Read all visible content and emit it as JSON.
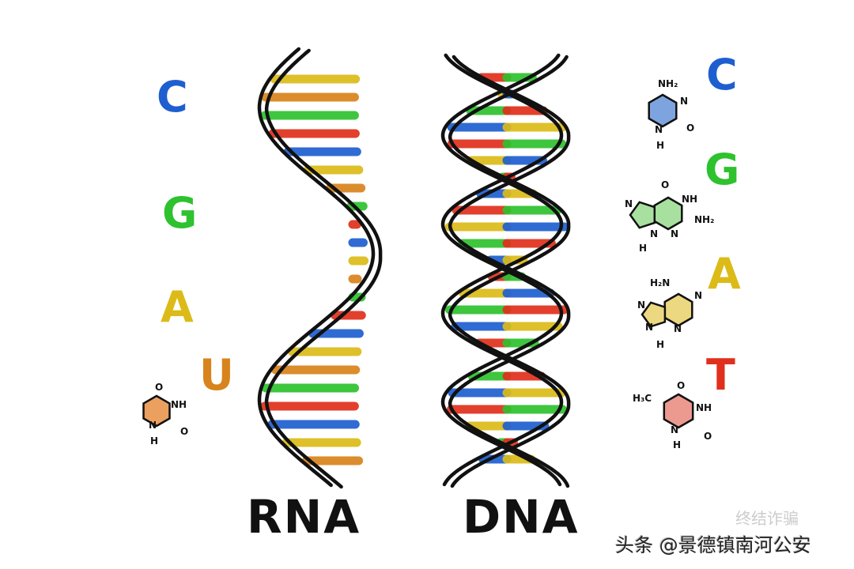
{
  "colors": {
    "C": "#1e5fd0",
    "G": "#2ec22e",
    "A": "#dcbb18",
    "U": "#d8841c",
    "T": "#e0301c",
    "backbone": "#111111"
  },
  "left_letters": [
    {
      "text": "C",
      "color": "#1e5fd0"
    },
    {
      "text": "G",
      "color": "#2ec22e"
    },
    {
      "text": "A",
      "color": "#dcbb18"
    },
    {
      "text": "U",
      "color": "#d8841c"
    }
  ],
  "right_letters": [
    {
      "text": "C",
      "color": "#1e5fd0"
    },
    {
      "text": "G",
      "color": "#2ec22e"
    },
    {
      "text": "A",
      "color": "#dcbb18"
    },
    {
      "text": "T",
      "color": "#e0301c"
    }
  ],
  "rna_label": "RNA",
  "dna_label": "DNA",
  "molecules": {
    "cytosine": {
      "labels": [
        "NH₂",
        "N",
        "O",
        "N",
        "H"
      ]
    },
    "guanine": {
      "labels": [
        "O",
        "NH",
        "NH₂",
        "N",
        "N",
        "N",
        "H"
      ]
    },
    "adenine": {
      "labels": [
        "H₂N",
        "N",
        "N",
        "N",
        "N",
        "H"
      ]
    },
    "thymine": {
      "labels": [
        "H₃C",
        "O",
        "NH",
        "O",
        "N",
        "H"
      ]
    },
    "uracil": {
      "labels": [
        "O",
        "NH",
        "O",
        "N",
        "H"
      ]
    }
  },
  "watermark": {
    "main": "头条 @景德镇南河公安",
    "faded": "终结诈骗"
  }
}
